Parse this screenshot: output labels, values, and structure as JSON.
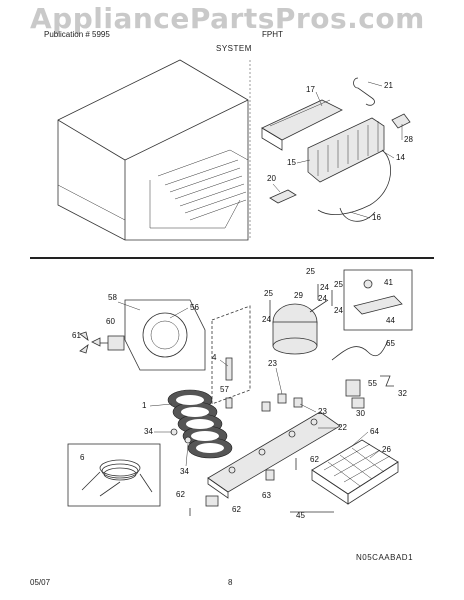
{
  "watermark": "AppliancePartsPros.com",
  "header": {
    "left": "Publication # 5995",
    "right": "FPHT",
    "section": "SYSTEM"
  },
  "figure_code": "N05CAABAD1",
  "footer": {
    "date": "05/07",
    "page": "8"
  },
  "callouts": {
    "c1": "1",
    "c4": "4",
    "c6": "6",
    "c14": "14",
    "c15": "15",
    "c16": "16",
    "c17": "17",
    "c20": "20",
    "c21": "21",
    "c22": "22",
    "c23a": "23",
    "c23b": "23",
    "c24a": "24",
    "c24b": "24",
    "c24c": "24",
    "c25a": "25",
    "c25b": "25",
    "c25c": "25",
    "c26": "26",
    "c28": "28",
    "c29": "29",
    "c30": "30",
    "c32": "32",
    "c34a": "34",
    "c34b": "34",
    "c41": "41",
    "c44": "44",
    "c45": "45",
    "c55": "55",
    "c56": "56",
    "c57": "57",
    "c58": "58",
    "c60": "60",
    "c61": "61",
    "c62a": "62",
    "c62b": "62",
    "c62c": "62",
    "c63": "63",
    "c64": "64",
    "c65": "65"
  }
}
